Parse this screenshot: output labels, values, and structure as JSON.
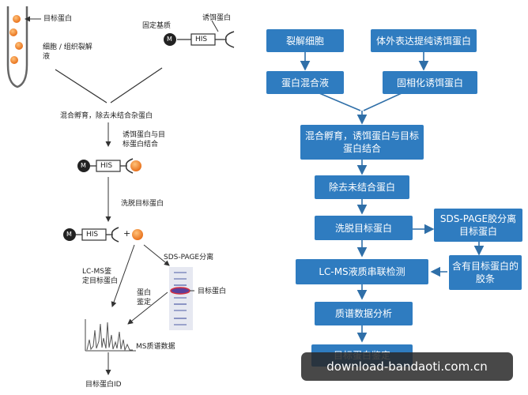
{
  "left": {
    "target_protein": "目标蛋白",
    "lysate": "细胞 / 组织裂解液",
    "bait_protein": "诱饵蛋白",
    "fixed_matrix": "固定基质",
    "incubate": "混合孵育，除去未结合杂蛋白",
    "bind": "诱饵蛋白与目标蛋白结合",
    "elute": "洗脱目标蛋白",
    "sds_page": "SDS-PAGE分离",
    "lcms_identify": "LC-MS鉴定目标蛋白",
    "protein_identify": "蛋白鉴定",
    "target_protein_band": "目标蛋白",
    "ms_data": "MS质谱数据",
    "target_id": "目标蛋白ID",
    "m_label": "M",
    "his_label": "HIS",
    "plus": "+"
  },
  "right": {
    "lyse": "裂解细胞",
    "purify_bait": "体外表达提纯诱饵蛋白",
    "protein_mix": "蛋白混合液",
    "immobilize_bait": "固相化诱饵蛋白",
    "incubate_bind": "混合孵育，诱饵蛋白与目标蛋白结合",
    "remove_unbound": "除去未结合蛋白",
    "elute_target": "洗脱目标蛋白",
    "sds_separate": "SDS-PAGE胶分离目标蛋白",
    "gel_strip": "含有目标蛋白的胶条",
    "lcms_detect": "LC-MS液质串联检测",
    "ms_analysis": "质谱数据分析",
    "target_identify": "目标蛋白鉴定"
  },
  "watermark": {
    "site": "download-bandaoti.com.cn"
  },
  "colors": {
    "box_blue": "#2f7cc0",
    "arrow_blue": "#2f6fa8",
    "orange": "#f08a24"
  }
}
